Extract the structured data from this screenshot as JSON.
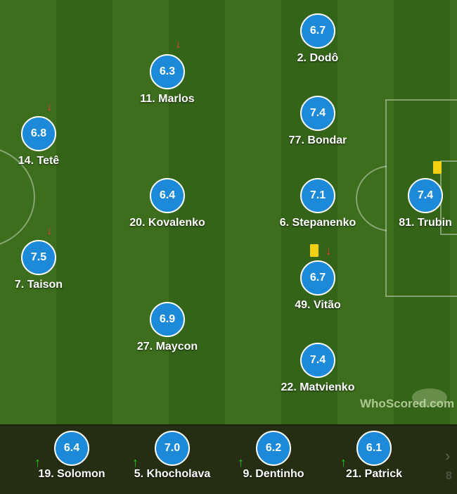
{
  "watermark": "WhoScored.com",
  "colors": {
    "rating_bg": "#1c8ad9",
    "sub_on": "#19d21b",
    "sub_off": "#e4402f",
    "yellow_card": "#f5cf12"
  },
  "players": [
    {
      "id": "dodo",
      "number": "2.",
      "name": "Dodô",
      "rating": "6.7"
    },
    {
      "id": "marlos",
      "number": "11.",
      "name": "Marlos",
      "rating": "6.3",
      "subbed_off": true
    },
    {
      "id": "bondar",
      "number": "77.",
      "name": "Bondar",
      "rating": "7.4"
    },
    {
      "id": "tete",
      "number": "14.",
      "name": "Tetê",
      "rating": "6.8",
      "subbed_off": true
    },
    {
      "id": "kovalenko",
      "number": "20.",
      "name": "Kovalenko",
      "rating": "6.4"
    },
    {
      "id": "stepanenko",
      "number": "6.",
      "name": "Stepanenko",
      "rating": "7.1"
    },
    {
      "id": "trubin",
      "number": "81.",
      "name": "Trubin",
      "rating": "7.4",
      "yellow_card": true
    },
    {
      "id": "taison",
      "number": "7.",
      "name": "Taison",
      "rating": "7.5",
      "subbed_off": true
    },
    {
      "id": "vitao",
      "number": "49.",
      "name": "Vitão",
      "rating": "6.7",
      "yellow_card": true,
      "subbed_off": true
    },
    {
      "id": "maycon",
      "number": "27.",
      "name": "Maycon",
      "rating": "6.9"
    },
    {
      "id": "matvienko",
      "number": "22.",
      "name": "Matvienko",
      "rating": "7.4"
    }
  ],
  "substitutes": [
    {
      "id": "solomon",
      "number": "19.",
      "name": "Solomon",
      "rating": "6.4",
      "subbed_on": true
    },
    {
      "id": "khocholava",
      "number": "5.",
      "name": "Khocholava",
      "rating": "7.0",
      "subbed_on": true
    },
    {
      "id": "dentinho",
      "number": "9.",
      "name": "Dentinho",
      "rating": "6.2",
      "subbed_on": true
    },
    {
      "id": "patrick",
      "number": "21.",
      "name": "Patrick",
      "rating": "6.1",
      "subbed_on": true
    }
  ],
  "bench_nav_icon": "chevron-right-icon",
  "bench_partial_text": "8"
}
